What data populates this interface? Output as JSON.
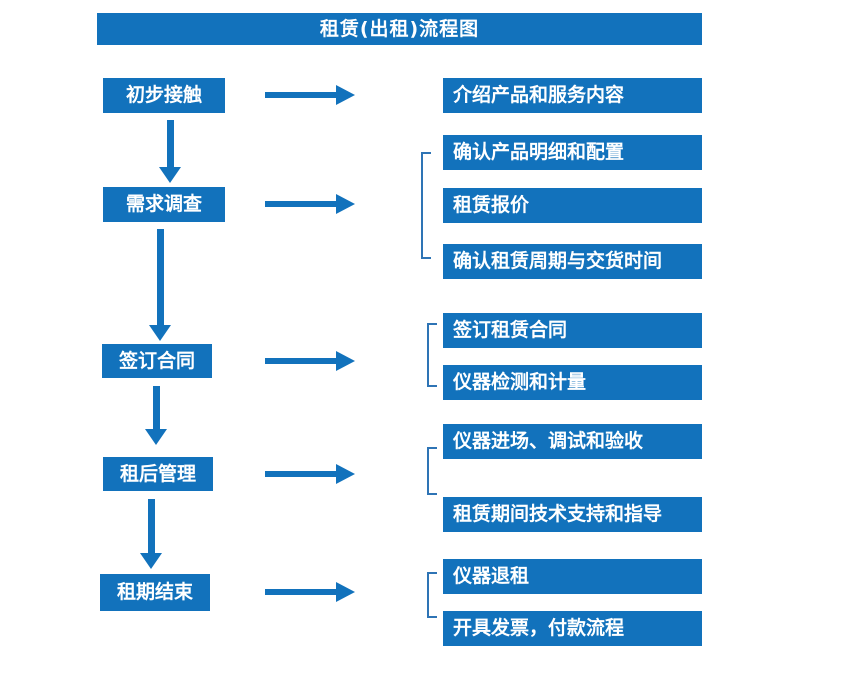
{
  "title": "租赁(出租)流程图",
  "colors": {
    "accent": "#1272BC",
    "bracket": "#2E74B5",
    "text_on_accent": "#FFFFFF",
    "background": "#FFFFFF"
  },
  "stages": [
    {
      "label": "初步接触",
      "details": [
        "介绍产品和服务内容"
      ]
    },
    {
      "label": "需求调查",
      "details": [
        "确认产品明细和配置",
        "租赁报价",
        "确认租赁周期与交货时间"
      ]
    },
    {
      "label": "签订合同",
      "details": [
        "签订租赁合同",
        "仪器检测和计量"
      ]
    },
    {
      "label": "租后管理",
      "details": [
        "仪器进场、调试和验收",
        "租赁期间技术支持和指导"
      ]
    },
    {
      "label": "租期结束",
      "details": [
        "仪器退租",
        "开具发票，付款流程"
      ]
    }
  ]
}
